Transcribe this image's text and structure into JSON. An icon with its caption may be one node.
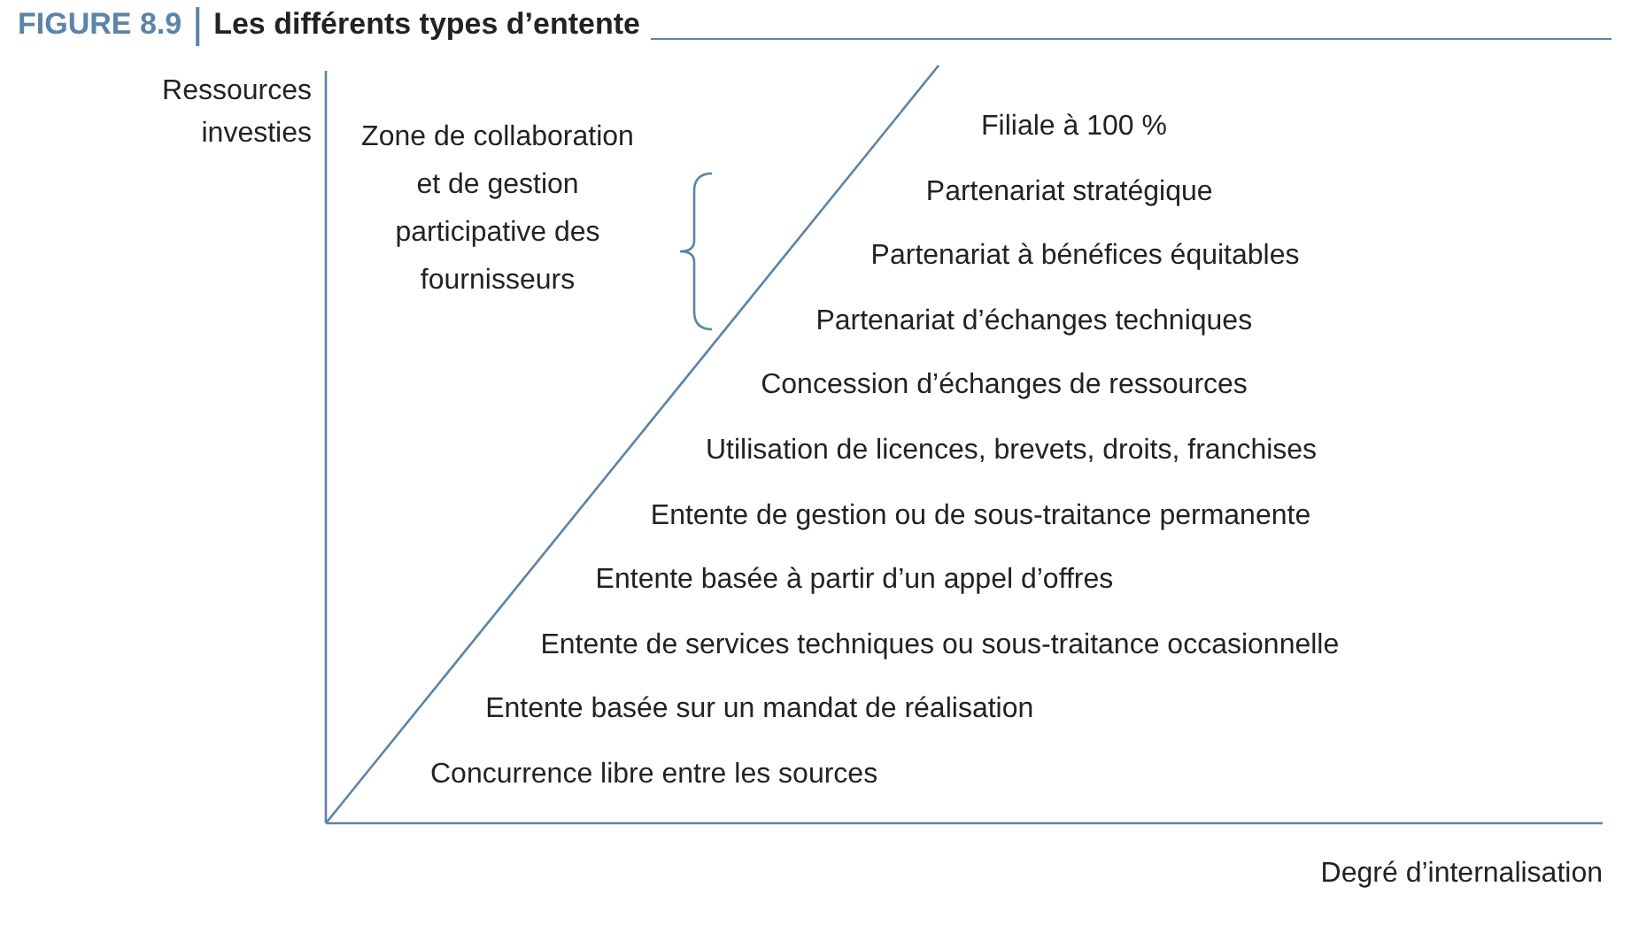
{
  "diagram": {
    "title": "Les différents types d’entente",
    "labels": [
      "FIGURE 8.9",
      "Ressources investies",
      "Zone de collaboration et de gestion participative des fournisseurs",
      "Filiale à 100 %",
      "Partenariat stratégique",
      "Partenariat à bénéfices équitables",
      "Partenariat d’échanges techniques",
      "Concession d’échanges de ressources",
      "Utilisation de licences, brevets, droits, franchises",
      "Entente de gestion ou de sous-traitance permanente",
      "Entente basée à partir d’un appel d’offres",
      "Entente de services techniques ou sous-traitance occasionnelle",
      "Entente basée sur un mandat de réalisation",
      "Concurrence libre entre les sources",
      "Degré d’internalisation"
    ]
  }
}
